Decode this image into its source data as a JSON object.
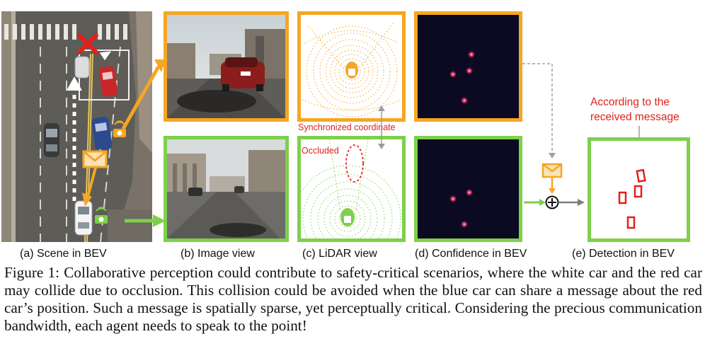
{
  "figure": {
    "panels": {
      "a": {
        "label": "(a) Scene in BEV"
      },
      "b": {
        "label": "(b) Image view"
      },
      "c": {
        "label": "(c) LiDAR view"
      },
      "d": {
        "label": "(d) Confidence in BEV"
      },
      "e": {
        "label": "(e) Detection in BEV"
      }
    },
    "annotations": {
      "synchronized": "Synchronized coordinate",
      "occluded": "Occluded",
      "according_line1": "According to the",
      "according_line2": "received message"
    },
    "colors": {
      "orange": "#f5a623",
      "green": "#7ed04b",
      "red": "#e0211c",
      "confidence_bg": "#0c0a22"
    }
  },
  "caption": {
    "text": "Figure 1: Collaborative perception could contribute to safety-critical scenarios, where the white car and the red car may collide due to occlusion. This collision could be avoided when the blue car can share a message about the red car’s position. Such a message is spatially sparse, yet perceptually critical. Considering the precious communication bandwidth, each agent needs to speak to the point!"
  }
}
